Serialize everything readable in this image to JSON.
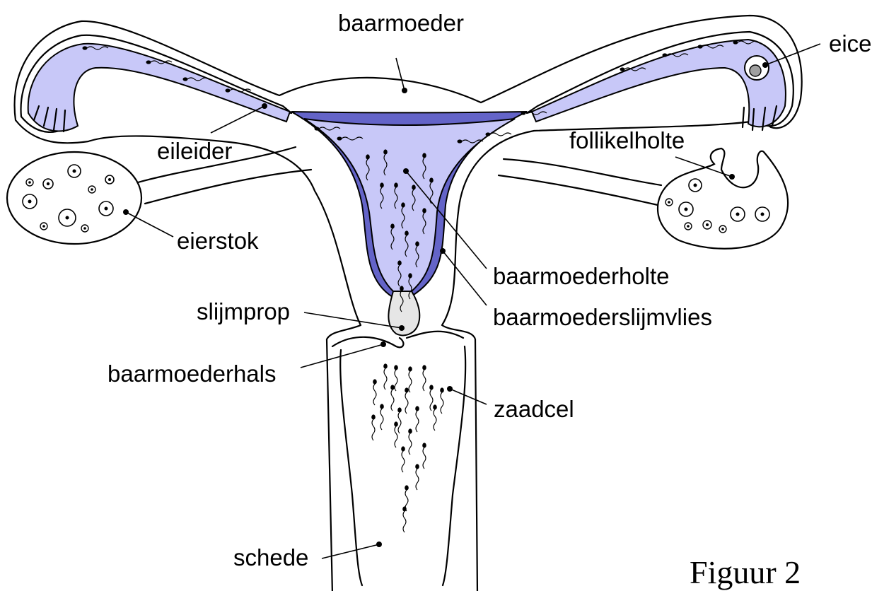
{
  "figure_caption": "Figuur 2",
  "colors": {
    "lumen": "#c8c8f8",
    "lining": "#6464c8",
    "mucus_plug": "#e6e6e6",
    "outline": "#000000",
    "background": "#ffffff"
  },
  "labels": {
    "baarmoeder": "baarmoeder",
    "eicel": "eicel",
    "eileider": "eileider",
    "follikelholte": "follikelholte",
    "eierstok": "eierstok",
    "baarmoederholte": "baarmoederholte",
    "baarmoederslijmvlies": "baarmoederslijmvlies",
    "slijmprop": "slijmprop",
    "baarmoederhals": "baarmoederhals",
    "zaadcel": "zaadcel",
    "schede": "schede"
  }
}
